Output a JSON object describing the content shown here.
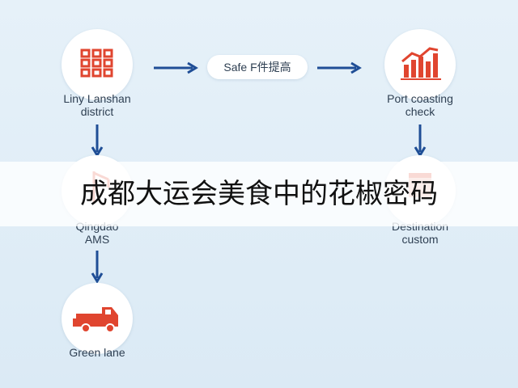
{
  "diagram": {
    "nodes": {
      "linyi": {
        "label": "Liny Lanshan\ndistrict",
        "icon": "building-grid-icon"
      },
      "safe": {
        "label": "Safe F件提高"
      },
      "port": {
        "label": "Port coasting\ncheck",
        "icon": "bar-chart-icon"
      },
      "qingdao": {
        "label": "Qingdao\nAMS",
        "icon": "port-crane-icon"
      },
      "destination": {
        "label": "Destination\ncustom",
        "icon": "customs-building-icon"
      },
      "green": {
        "label": "Green lane",
        "icon": "truck-icon"
      }
    },
    "colors": {
      "arrow": "#1f4e96",
      "icon": "#e0452f"
    }
  },
  "banner": {
    "text": "成都大运会美食中的花椒密码"
  }
}
